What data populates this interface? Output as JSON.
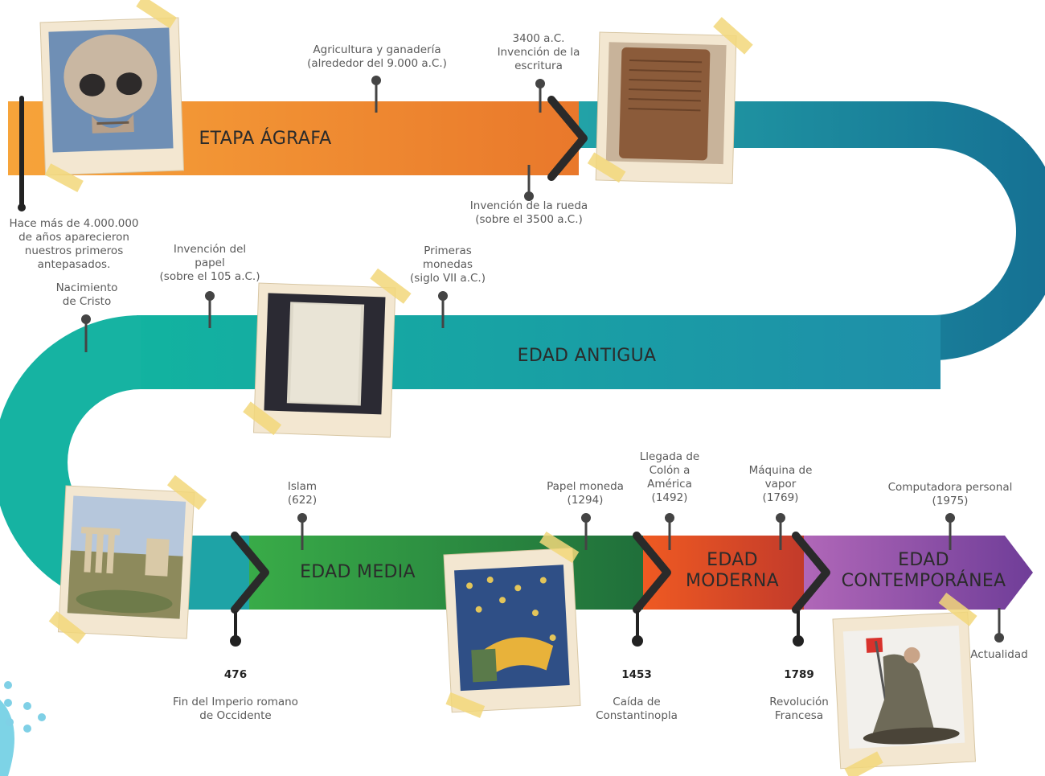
{
  "eras": {
    "agrafa": "ETAPA ÁGRAFA",
    "antigua": "EDAD ANTIGUA",
    "media": "EDAD MEDIA",
    "moderna": "EDAD\nMODERNA",
    "contemporanea": "EDAD\nCONTEMPORÁNEA"
  },
  "events": {
    "antepasados": "Hace más de 4.000.000\nde años aparecieron\nnuestros primeros\nantepasados.",
    "agricultura": "Agricultura y ganadería\n(alrededor del 9.000 a.C.)",
    "escritura": "3400 a.C.\nInvención de la\nescritura",
    "rueda": "Invención de la rueda\n(sobre el 3500 a.C.)",
    "cristo": "Nacimiento\nde Cristo",
    "papel": "Invención del\npapel\n(sobre el 105 a.C.)",
    "monedas": "Primeras\nmonedas\n(siglo VII a.C.)",
    "islam": "Islam\n(622)",
    "papel_moneda": "Papel moneda\n(1294)",
    "colon": "Llegada de\nColón a\nAmérica\n(1492)",
    "vapor": "Máquina de\nvapor\n(1769)",
    "computadora": "Computadora personal\n(1975)",
    "actualidad": "Actualidad"
  },
  "milestones": {
    "m476": {
      "year": "476",
      "text": "Fin del Imperio romano\nde Occidente"
    },
    "m1453": {
      "year": "1453",
      "text": "Caída de\nConstantinopla"
    },
    "m1789": {
      "year": "1789",
      "text": "Revolución\nFrancesa"
    }
  },
  "colors": {
    "orange": "#f39a2e",
    "teal": "#1a8fa6",
    "green": "#3aa84a",
    "red": "#e2572a",
    "purple": "#8a4aa6",
    "tape": "#f2d77a",
    "paper": "#f4ead8"
  },
  "icons": [
    "skull-photo",
    "clay-tablet-photo",
    "papyrus-photo",
    "roman-forum-photo",
    "medieval-painting-photo",
    "liberty-painting-photo"
  ]
}
